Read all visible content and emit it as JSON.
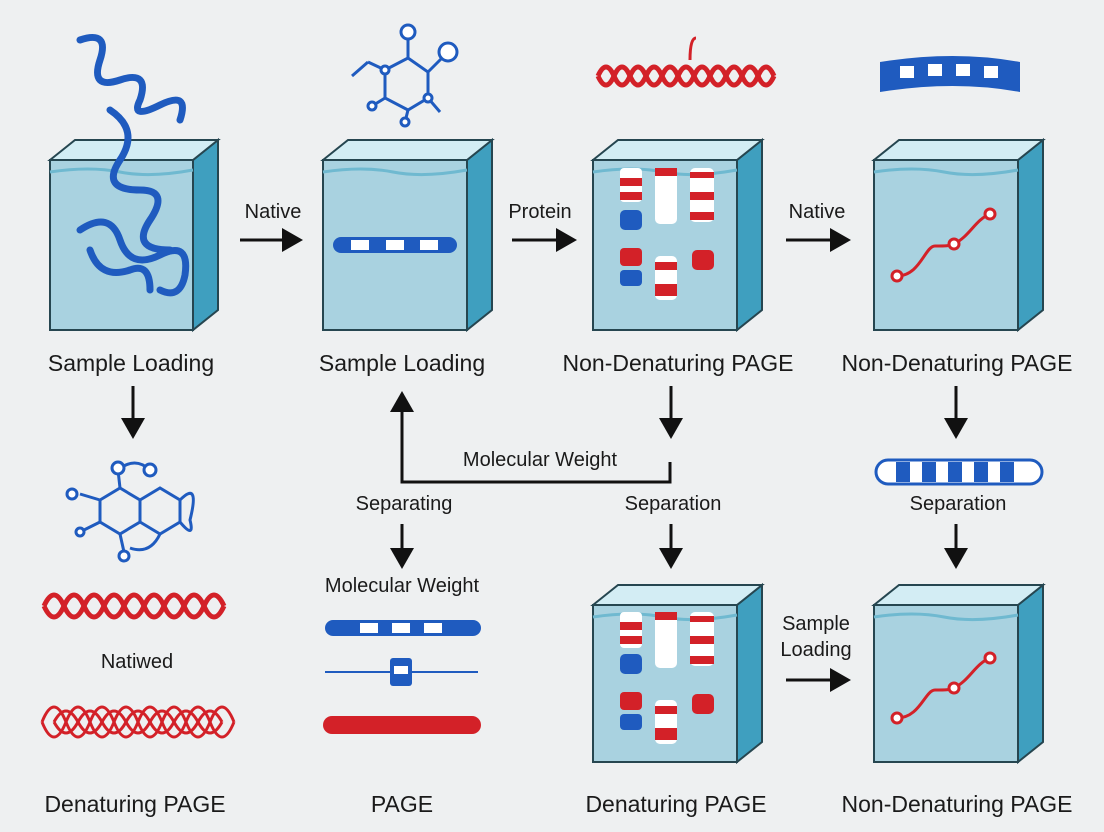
{
  "colors": {
    "background": "#eef0f1",
    "gel_front": "#a9d2e0",
    "gel_side": "#3f9fbf",
    "gel_top": "#d3edf4",
    "gel_outline": "#264650",
    "blue": "#1f5bbf",
    "red": "#d32128",
    "arrow": "#111111"
  },
  "labels": {
    "p1": "Sample Loading",
    "p2": "Sample Loading",
    "p3": "Non-Denaturing PAGE",
    "p4": "Non-Denaturing PAGE",
    "p5": "Denaturing PAGE",
    "p6": "PAGE",
    "p7": "Denaturing PAGE",
    "p8": "Non-Denaturing PAGE",
    "natived": "Natiwed",
    "separating": "Separating",
    "molecular_weight_mid": "Molecular Weight",
    "molecular_weight_line": "Molecular Weight",
    "separation_mid": "Separation",
    "separation_right": "Separation"
  },
  "arrows": {
    "native_1": "Native",
    "protein": "Protein",
    "native_2": "Native",
    "sample_loading_l1": "Sample",
    "sample_loading_l2": "Loading"
  }
}
